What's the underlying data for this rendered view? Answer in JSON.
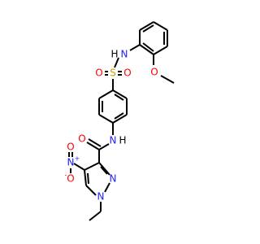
{
  "colors": {
    "bond": "#000000",
    "carbon": "#000000",
    "nitrogen": "#2020ff",
    "oxygen": "#ff0000",
    "sulfur": "#c8a000",
    "hydrogen": "#000000"
  },
  "atoms": {
    "nh_top": {
      "text": "N",
      "h": "H"
    },
    "o_methoxy": {
      "text": "O"
    },
    "s": {
      "text": "S"
    },
    "o_s_left": {
      "text": "O"
    },
    "o_s_right": {
      "text": "O"
    },
    "nh_amide": {
      "text": "N",
      "h": "H"
    },
    "o_carbonyl": {
      "text": "O"
    },
    "n_nitro": {
      "text": "N",
      "charge": "+"
    },
    "o_nitro_top": {
      "text": "O"
    },
    "o_nitro_bottom": {
      "text": "O",
      "charge": "-"
    },
    "n_ring_2": {
      "text": "N"
    },
    "n_ring_1": {
      "text": "N"
    }
  }
}
